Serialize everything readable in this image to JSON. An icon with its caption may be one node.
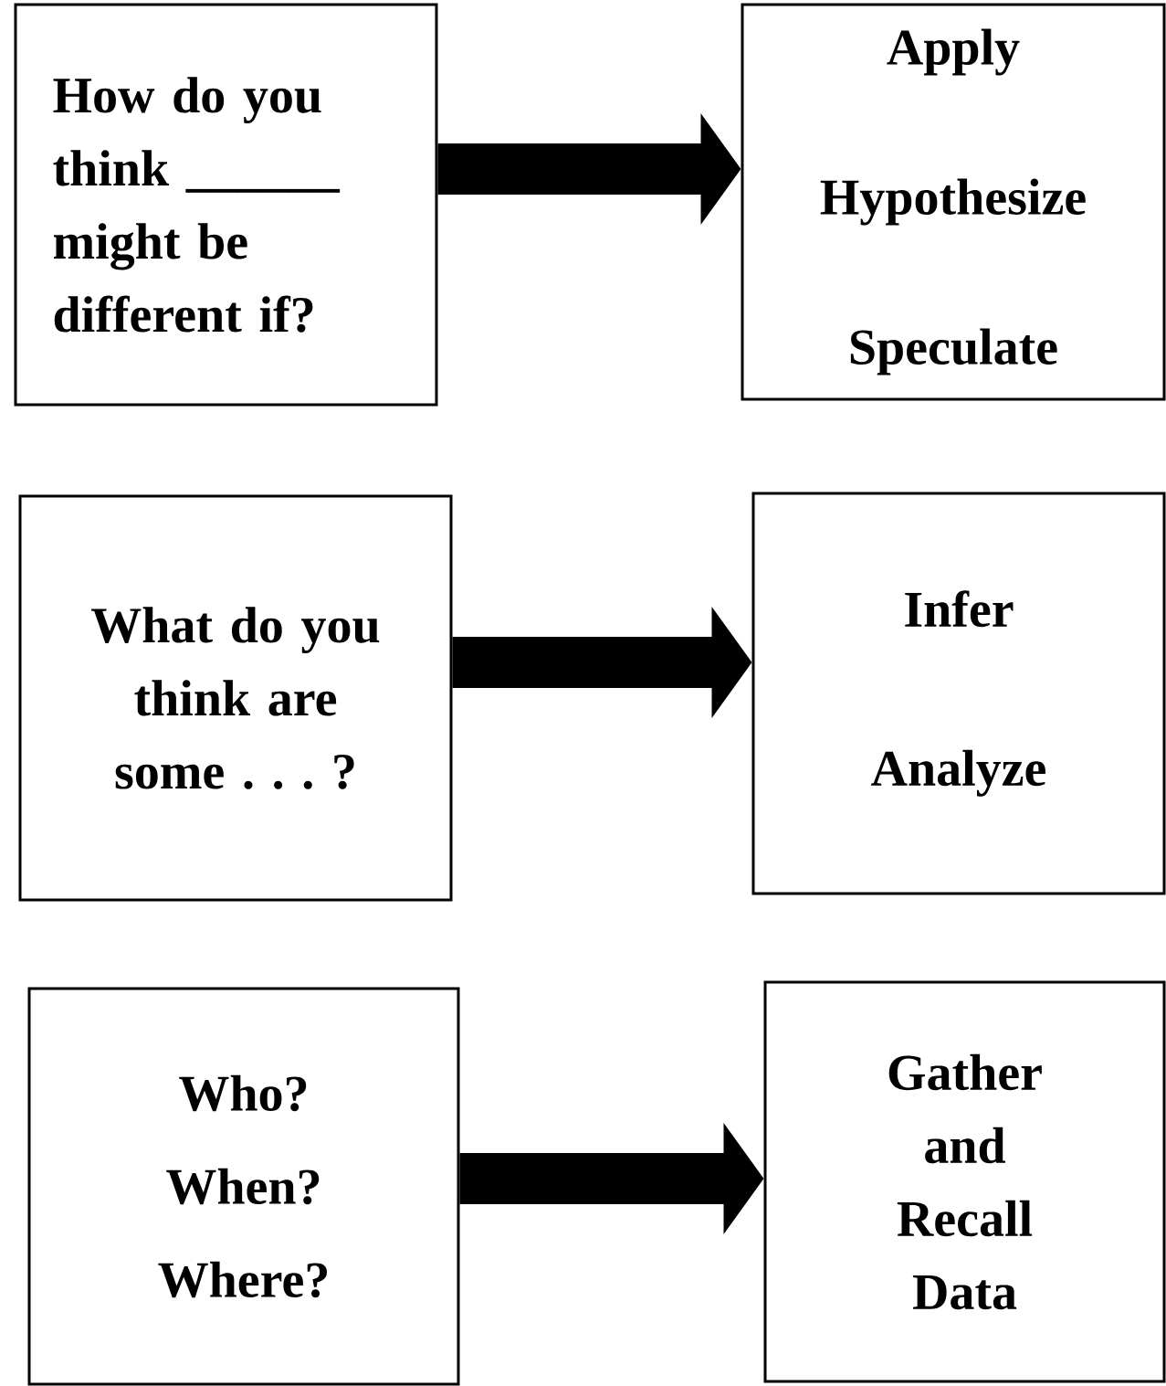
{
  "diagram": {
    "nodes": [
      {
        "text": [
          "How do you think ______ might be different if?"
        ]
      },
      {
        "text": [
          "Apply",
          "Hypothesize",
          "Speculate"
        ]
      },
      {
        "text": [
          "What do you think are some . . . ?"
        ]
      },
      {
        "text": [
          "Infer",
          "Analyze"
        ]
      },
      {
        "text": [
          "Who?",
          "When?",
          "Where?"
        ]
      },
      {
        "text": [
          "Gather and Recall Data"
        ]
      }
    ],
    "edges": [
      {
        "from": 0,
        "to": 1,
        "arrow": "to"
      },
      {
        "from": 2,
        "to": 3,
        "arrow": "to"
      },
      {
        "from": 4,
        "to": 5,
        "arrow": "to"
      }
    ]
  }
}
